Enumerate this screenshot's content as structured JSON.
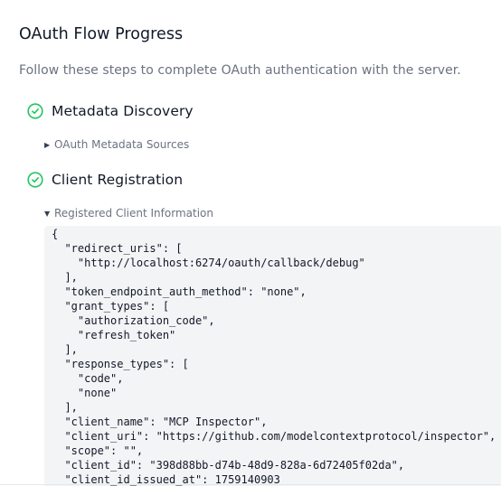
{
  "header": {
    "title": "OAuth Flow Progress",
    "subtitle": "Follow these steps to complete OAuth authentication with the server."
  },
  "steps": [
    {
      "label": "Metadata Discovery",
      "status": "complete",
      "icon": "check-circle-icon",
      "details": {
        "summary": "OAuth Metadata Sources",
        "expanded": false
      }
    },
    {
      "label": "Client Registration",
      "status": "complete",
      "icon": "check-circle-icon",
      "details": {
        "summary": "Registered Client Information",
        "expanded": true,
        "code_lines": [
          "{",
          "  \"redirect_uris\": [",
          "    \"http://localhost:6274/oauth/callback/debug\"",
          "  ],",
          "  \"token_endpoint_auth_method\": \"none\",",
          "  \"grant_types\": [",
          "    \"authorization_code\",",
          "    \"refresh_token\"",
          "  ],",
          "  \"response_types\": [",
          "    \"code\",",
          "    \"none\"",
          "  ],",
          "  \"client_name\": \"MCP Inspector\",",
          "  \"client_uri\": \"https://github.com/modelcontextprotocol/inspector\",",
          "  \"scope\": \"\",",
          "  \"client_id\": \"398d88bb-d74b-48d9-828a-6d72405f02da\",",
          "  \"client_id_issued_at\": 1759140903"
        ]
      }
    }
  ],
  "colors": {
    "success": "#22c55e",
    "muted_text": "#6b7280",
    "code_bg": "#f3f4f6"
  }
}
